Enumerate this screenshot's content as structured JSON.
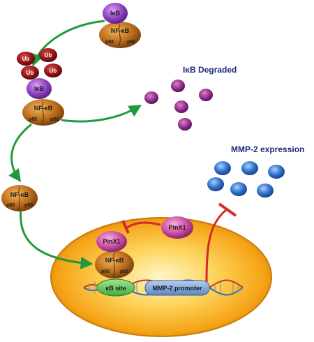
{
  "labels": {
    "ikb": "IκB",
    "nfkb": "NF-κB",
    "p65": "p65",
    "p50": "p50",
    "ub": "Ub",
    "ikb_degraded": "IκB Degraded",
    "mmp2_expression": "MMP-2 expression",
    "pinx1": "PinX1",
    "kb_site": "κB site",
    "mmp2_promoter": "MMP-2 promoter"
  },
  "colors": {
    "arrow_green": "#1e9a3a",
    "inhibit_red": "#d42a2a",
    "ikb_purple": "#8e3ec0",
    "nfkb_brown": "#b86a1a",
    "ub_red": "#8e1010",
    "mmp2_blue": "#2f72c9",
    "pinx1_pink": "#c94aa0",
    "nucleus_orange": "#f5a316",
    "kb_site_green": "#3cae3c",
    "promoter_blue": "#5a86c6",
    "title_navy": "#1f2a7a"
  }
}
